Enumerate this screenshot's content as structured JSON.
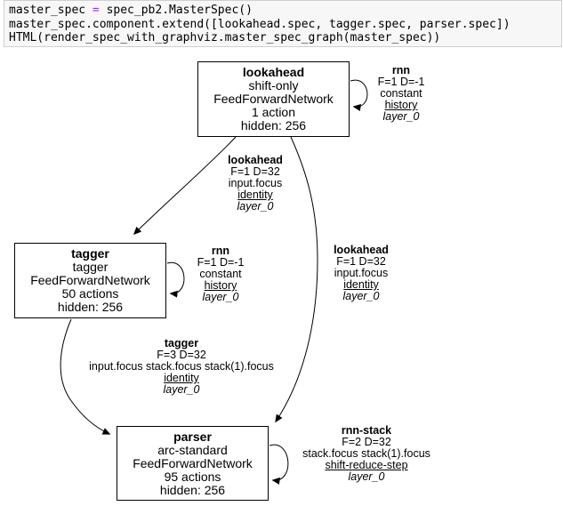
{
  "code_cell": {
    "lines": [
      {
        "pre": "master_spec ",
        "op": "=",
        "post": " spec_pb2.MasterSpec()"
      },
      {
        "pre": "",
        "op": "",
        "post": "master_spec.component.extend([lookahead.spec, tagger.spec, parser.spec])"
      },
      {
        "pre": "",
        "op": "",
        "post": "HTML(render_spec_with_graphviz.master_spec_graph(master_spec))"
      }
    ],
    "colors": {
      "background": "#f7f7f7",
      "border": "#cfcfcf",
      "operator": "#aa22ff",
      "text": "#000000"
    }
  },
  "graph": {
    "background": "#ffffff",
    "stroke": "#000000",
    "nodes": [
      {
        "title": "lookahead",
        "lines": [
          "shift-only",
          "FeedForwardNetwork",
          "1 action",
          "hidden: 256"
        ]
      },
      {
        "title": "tagger",
        "lines": [
          "tagger",
          "FeedForwardNetwork",
          "50 actions",
          "hidden: 256"
        ]
      },
      {
        "title": "parser",
        "lines": [
          "arc-standard",
          "FeedForwardNetwork",
          "95 actions",
          "hidden: 256"
        ]
      }
    ],
    "edge_labels": [
      {
        "title": "rnn",
        "lines": [
          "F=1 D=-1",
          "constant"
        ],
        "underlined": "history",
        "italic": "layer_0"
      },
      {
        "title": "lookahead",
        "lines": [
          "F=1 D=32",
          "input.focus"
        ],
        "underlined": "identity",
        "italic": "layer_0"
      },
      {
        "title": "rnn",
        "lines": [
          "F=1 D=-1",
          "constant"
        ],
        "underlined": "history",
        "italic": "layer_0"
      },
      {
        "title": "lookahead",
        "lines": [
          "F=1 D=32",
          "input.focus"
        ],
        "underlined": "identity",
        "italic": "layer_0"
      },
      {
        "title": "tagger",
        "lines": [
          "F=3 D=32",
          "input.focus stack.focus stack(1).focus"
        ],
        "underlined": "identity",
        "italic": "layer_0"
      },
      {
        "title": "rnn-stack",
        "lines": [
          "F=2 D=32",
          "stack.focus stack(1).focus"
        ],
        "underlined": "shift-reduce-step",
        "italic": "layer_0"
      }
    ]
  }
}
